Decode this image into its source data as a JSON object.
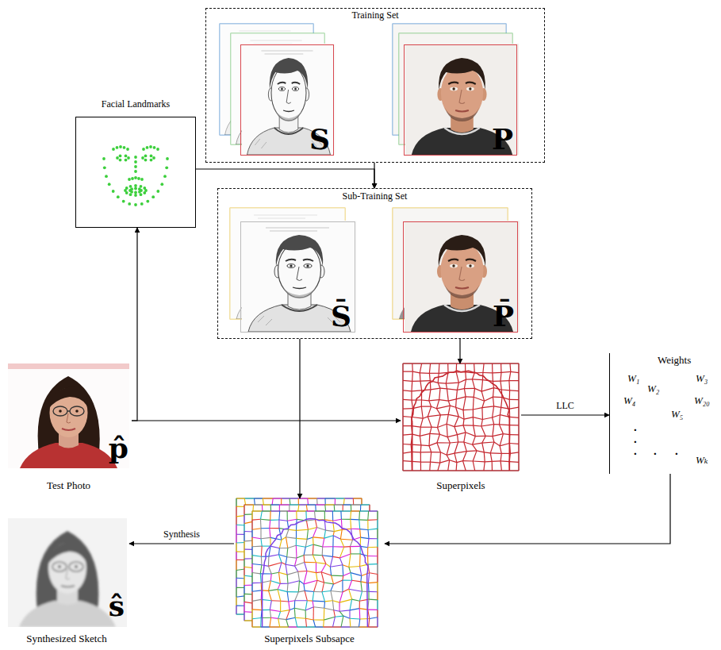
{
  "diagram": {
    "nodes": [
      {
        "text": [
          "Training Set"
        ]
      },
      {
        "text": [
          "S"
        ],
        "in": 0
      },
      {
        "text": [
          "P"
        ],
        "in": 0
      },
      {
        "text": [
          "Facial Landmarks"
        ]
      },
      {
        "text": [
          "Sub-Training Set"
        ]
      },
      {
        "text": [
          "S̄"
        ],
        "in": 4
      },
      {
        "text": [
          "P̄"
        ],
        "in": 4
      },
      {
        "text": [
          "p̂",
          "Test Photo"
        ]
      },
      {
        "text": [
          "Superpixels"
        ]
      },
      {
        "text": [
          "Weights",
          "W₁",
          "W₃",
          "W₂",
          "W₄",
          "W₂₀",
          "W₅",
          ".",
          ".",
          ".",
          ".",
          ".",
          "Wₖ"
        ]
      },
      {
        "text": [
          "Superpixels Subsapce"
        ]
      },
      {
        "text": [
          "ŝ",
          "Synthesized Sketch"
        ]
      }
    ],
    "edges": [
      {
        "from": 0,
        "to": 4,
        "arrow": "to"
      },
      {
        "from": 3,
        "to": 4,
        "arrow": "to"
      },
      {
        "from": 7,
        "to": 3,
        "arrow": "to"
      },
      {
        "from": 7,
        "to": 8,
        "arrow": "to"
      },
      {
        "from": 4,
        "to": 10,
        "arrow": "to"
      },
      {
        "from": 4,
        "to": 8,
        "arrow": "to"
      },
      {
        "from": 8,
        "to": 9,
        "label": "LLC",
        "arrow": "to"
      },
      {
        "from": 9,
        "to": 10,
        "arrow": "to"
      },
      {
        "from": 10,
        "to": 11,
        "label": "Synthesis",
        "arrow": "to"
      }
    ]
  }
}
